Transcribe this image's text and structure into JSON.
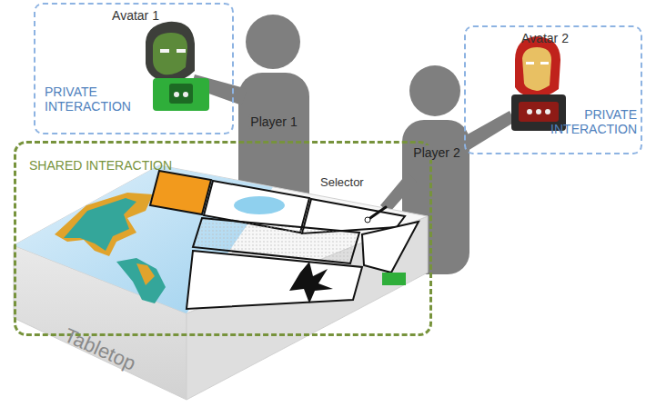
{
  "diagram": {
    "nodes": [
      {
        "text": [
          "Avatar 1",
          "PRIVATE INTERACTION"
        ]
      },
      {
        "text": [
          "Avatar 2",
          "PRIVATE INTERACTION"
        ]
      },
      {
        "text": [
          "SHARED INTERACTION"
        ]
      },
      {
        "text": [
          "Player 1"
        ]
      },
      {
        "text": [
          "Player 2"
        ]
      },
      {
        "text": [
          "Tabletop"
        ]
      }
    ],
    "labels": [
      "Selector"
    ]
  }
}
